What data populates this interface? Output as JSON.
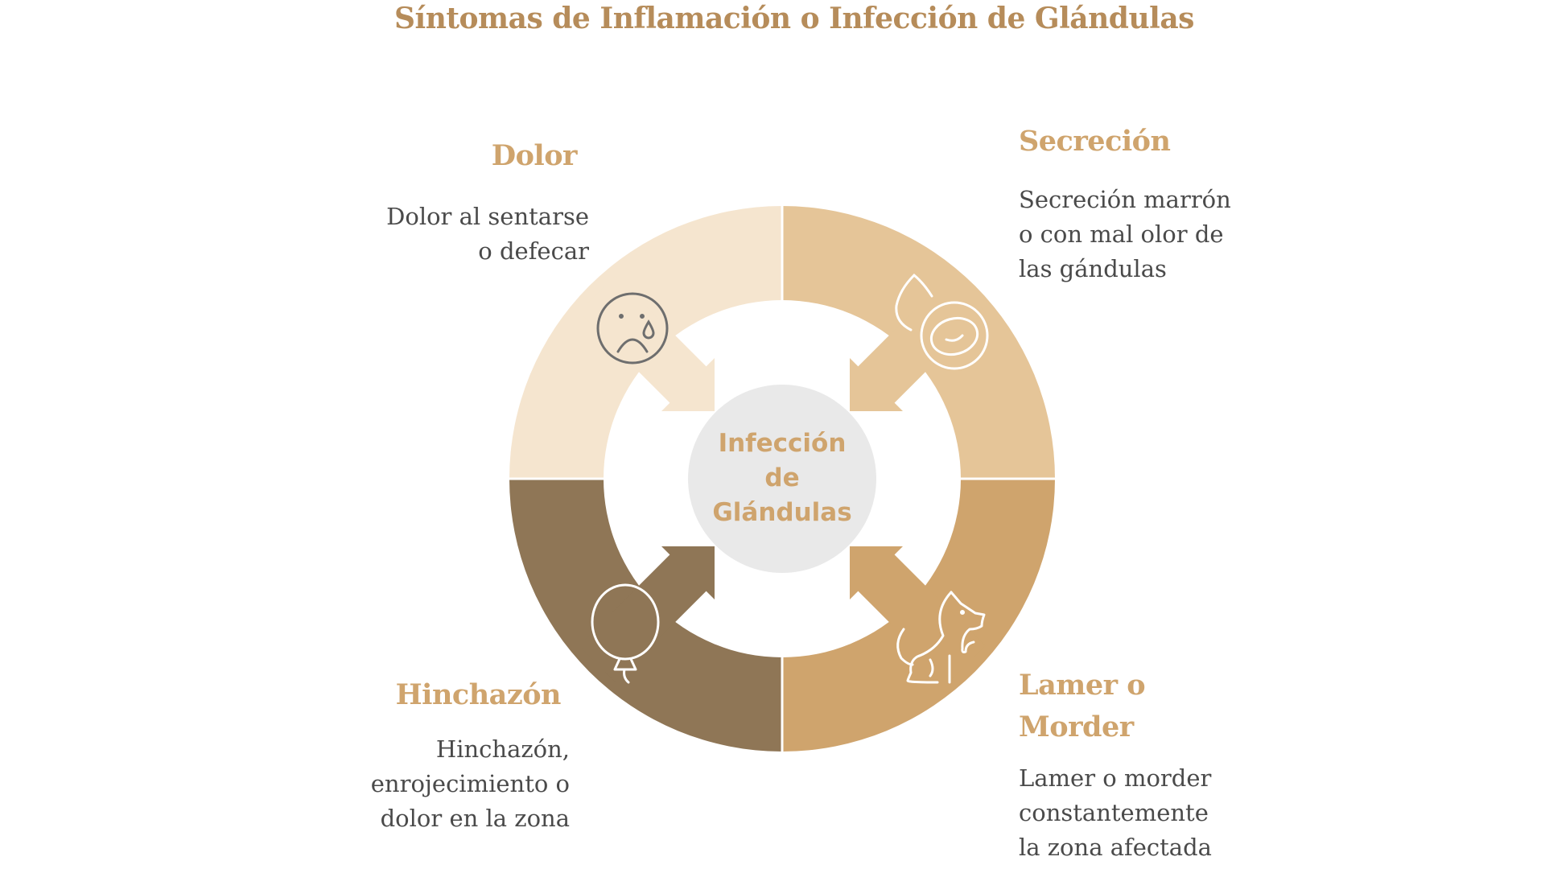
{
  "title": "Síntomas de Inflamación o Infección de Glándulas",
  "center": {
    "label": "Infección\nde\nGlándulas",
    "color": "#e9e9e9",
    "text_color": "#cfa46d"
  },
  "colors": {
    "title": "#b68c5a",
    "heading": "#cfa46d",
    "body": "#4a4a4a",
    "divider": "#ffffff"
  },
  "sections": [
    {
      "id": "dolor",
      "heading": "Dolor",
      "description": "Dolor al sentarse\no defecar",
      "quadrant": "top-left",
      "color": "#f5e5cf",
      "icon": "sad-face-tear-icon",
      "icon_color": "#6e6e6e"
    },
    {
      "id": "secrecion",
      "heading": "Secreción",
      "description": "Secreción marrón\no con mal olor de\nlas gándulas",
      "quadrant": "top-right",
      "color": "#e5c598",
      "icon": "droplet-secretion-icon",
      "icon_color": "#ffffff"
    },
    {
      "id": "lamer",
      "heading": "Lamer o\nMorder",
      "description": "Lamer o morder\nconstantemente\nla zona afectada",
      "quadrant": "bottom-right",
      "color": "#cfa46d",
      "icon": "sitting-dog-icon",
      "icon_color": "#ffffff"
    },
    {
      "id": "hinchazon",
      "heading": "Hinchazón",
      "description": "Hinchazón,\nenrojecimiento o\ndolor en la zona",
      "quadrant": "bottom-left",
      "color": "#8f7656",
      "icon": "balloon-icon",
      "icon_color": "#ffffff"
    }
  ]
}
